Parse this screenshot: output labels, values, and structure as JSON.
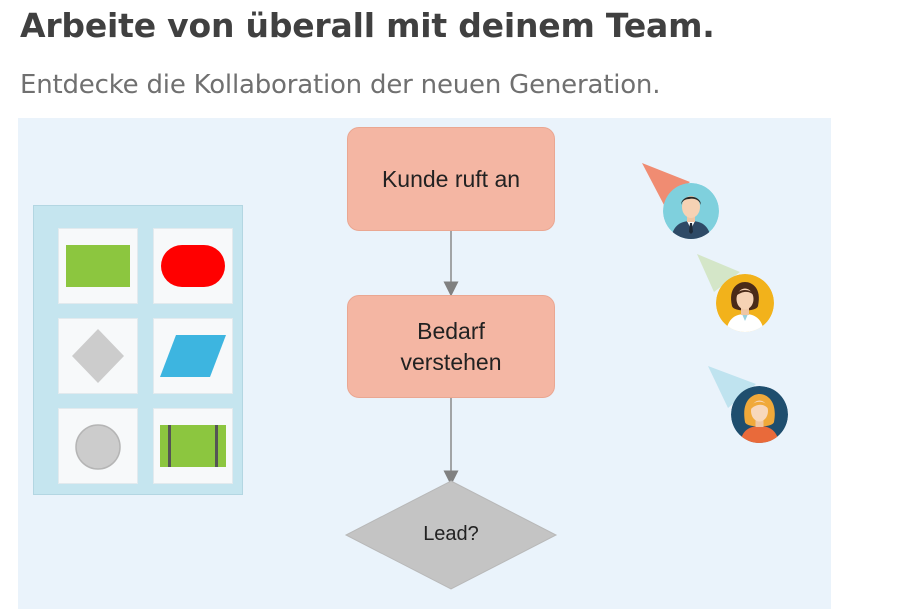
{
  "headline": "Arbeite von überall mit deinem Team.",
  "subline": "Entdecke die Kollaboration der neuen Generation.",
  "flowchart": {
    "step1": "Kunde ruft an",
    "step2_line1": "Bedarf",
    "step2_line2": "verstehen",
    "decision": "Lead?"
  },
  "colors": {
    "canvas_bg": "#eaf3fb",
    "palette_bg": "#c5e5ef",
    "flow_box": "#f4b6a3",
    "decision": "#c4c4c4",
    "shape_green": "#8cc63f",
    "shape_red": "#ff0000",
    "shape_blue": "#3db5e0",
    "shape_gray": "#cccccc",
    "cursor_orange": "#f08c72",
    "cursor_green": "#d4e6c8",
    "cursor_blue": "#bfe3ef"
  },
  "palette_shapes": [
    "rectangle-icon",
    "rounded-rectangle-icon",
    "diamond-icon",
    "parallelogram-icon",
    "circle-icon",
    "process-icon"
  ],
  "collaborators": [
    {
      "icon": "avatar-man-icon",
      "cursor_color": "#f08c72"
    },
    {
      "icon": "avatar-woman-dark-hair-icon",
      "cursor_color": "#d4e6c8"
    },
    {
      "icon": "avatar-woman-blonde-icon",
      "cursor_color": "#bfe3ef"
    }
  ]
}
